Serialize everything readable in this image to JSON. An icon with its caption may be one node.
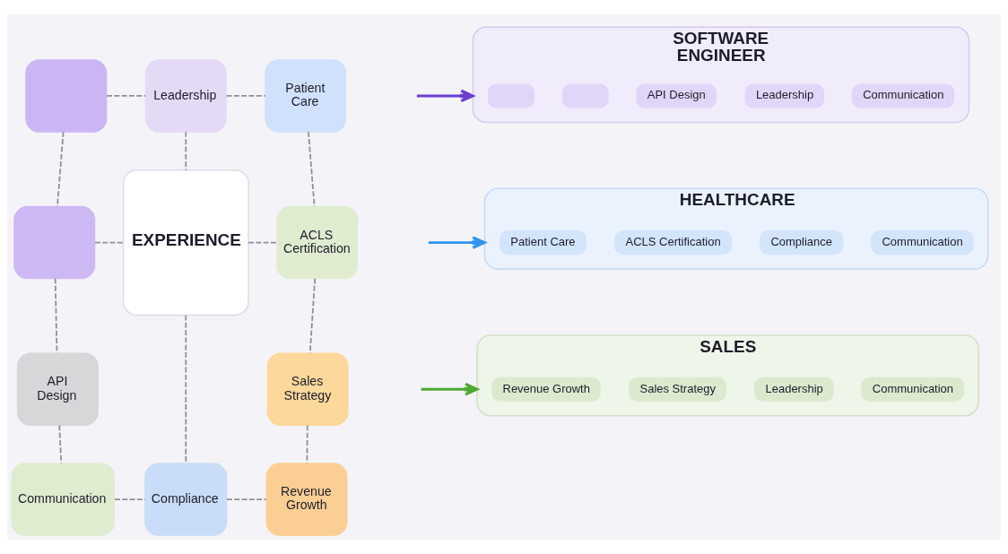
{
  "diagram": {
    "nodes": [
      {
        "text": [],
        "shape": "puzzle"
      },
      {
        "text": [
          "Leadership"
        ]
      },
      {
        "text": [
          "Patient Care"
        ]
      },
      {
        "text": [],
        "shape": "puzzle"
      },
      {
        "text": [
          "EXPERIENCE"
        ]
      },
      {
        "text": [
          "ACLS Certification"
        ]
      },
      {
        "text": [
          "API Design"
        ]
      },
      {
        "text": [
          "Sales Strategy"
        ]
      },
      {
        "text": [
          "Communication"
        ]
      },
      {
        "text": [
          "Compliance"
        ]
      },
      {
        "text": [
          "Revenue Growth"
        ]
      },
      {
        "text": [
          "SOFTWARE ENGINEER"
        ]
      },
      {
        "text": [],
        "shape": "box",
        "in": 11
      },
      {
        "text": [],
        "shape": "box",
        "in": 11
      },
      {
        "text": [
          "API Design"
        ],
        "in": 11
      },
      {
        "text": [
          "Leadership"
        ],
        "in": 11
      },
      {
        "text": [
          "Communication"
        ],
        "in": 11
      },
      {
        "text": [
          "HEALTHCARE"
        ]
      },
      {
        "text": [
          "Patient Care"
        ],
        "in": 17
      },
      {
        "text": [
          "ACLS Certification"
        ],
        "in": 17
      },
      {
        "text": [
          "Compliance"
        ],
        "in": 17
      },
      {
        "text": [
          "Communication"
        ],
        "in": 17
      },
      {
        "text": [
          "SALES"
        ]
      },
      {
        "text": [
          "Revenue Growth"
        ],
        "in": 22
      },
      {
        "text": [
          "Sales Strategy"
        ],
        "in": 22
      },
      {
        "text": [
          "Leadership"
        ],
        "in": 22
      },
      {
        "text": [
          "Communication"
        ],
        "in": 22
      }
    ],
    "edges": [
      {
        "from": 1,
        "to": 4,
        "arrow": "none",
        "style": "dashed"
      },
      {
        "from": 3,
        "to": 4,
        "arrow": "none",
        "style": "dashed"
      },
      {
        "from": 4,
        "to": 5,
        "arrow": "none",
        "style": "dashed"
      },
      {
        "from": 4,
        "to": 9,
        "arrow": "none",
        "style": "dashed"
      },
      {
        "from": 0,
        "to": 1,
        "arrow": "none",
        "style": "dashed"
      },
      {
        "from": 1,
        "to": 2,
        "arrow": "none",
        "style": "dashed"
      },
      {
        "from": 2,
        "to": 5,
        "arrow": "none",
        "style": "dashed"
      },
      {
        "from": 5,
        "to": 7,
        "arrow": "none",
        "style": "dashed"
      },
      {
        "from": 7,
        "to": 10,
        "arrow": "none",
        "style": "dashed"
      },
      {
        "from": 9,
        "to": 10,
        "arrow": "none",
        "style": "dashed"
      },
      {
        "from": 8,
        "to": 9,
        "arrow": "none",
        "style": "dashed"
      },
      {
        "from": 6,
        "to": 8,
        "arrow": "none",
        "style": "dashed"
      },
      {
        "from": 3,
        "to": 6,
        "arrow": "none",
        "style": "dashed"
      },
      {
        "from": 0,
        "to": 3,
        "arrow": "none",
        "style": "dashed"
      },
      {
        "from": null,
        "to": 11,
        "arrow": "to",
        "color": "#6a3fd0"
      },
      {
        "from": null,
        "to": 17,
        "arrow": "to",
        "color": "#2f95ec"
      },
      {
        "from": null,
        "to": 22,
        "arrow": "to",
        "color": "#4fa832"
      }
    ]
  }
}
